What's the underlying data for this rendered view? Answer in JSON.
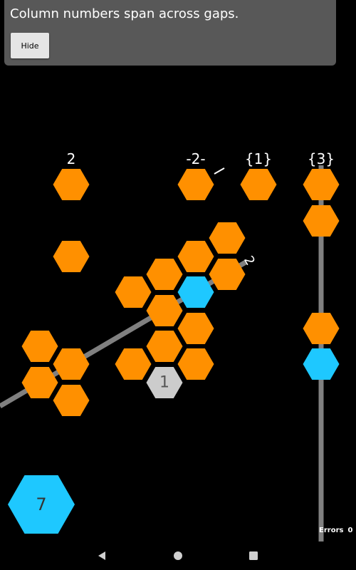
{
  "tooltip": {
    "message": "Column numbers span across gaps.",
    "hide_label": "Hide"
  },
  "colors": {
    "orange": "#ff9000",
    "blue": "#1ec8ff",
    "revealed": "#cccccc",
    "line": "#808080",
    "background": "#000000"
  },
  "column_clues": [
    {
      "text": "2",
      "name": "column-clue-1"
    },
    {
      "text": "-2-",
      "name": "column-clue-2"
    },
    {
      "text": "{1}",
      "name": "column-clue-3"
    },
    {
      "text": "{3}",
      "name": "column-clue-4"
    }
  ],
  "diagonal_clues": [
    {
      "text": "2",
      "name": "diagonal-clue-2"
    }
  ],
  "revealed_cell_number": "1",
  "remaining_count": "7",
  "errors": {
    "label": "Errors",
    "count": "0"
  },
  "navbar": {
    "back_icon": "back-icon",
    "home_icon": "home-icon",
    "recents_icon": "recents-icon"
  }
}
